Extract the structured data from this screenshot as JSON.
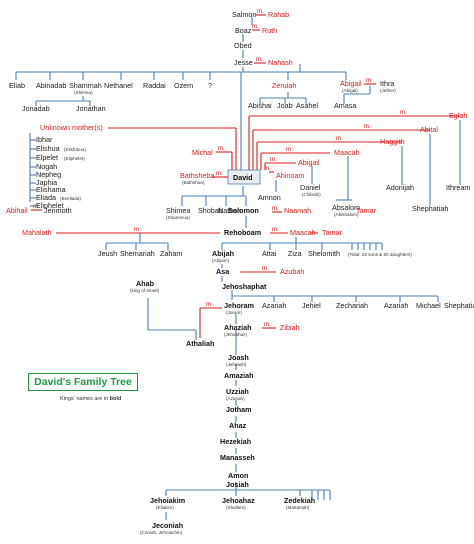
{
  "title": "David's Family Tree",
  "note_prefix": "Kings' names are in",
  "note_bold": "bold",
  "marriage_mark": "m.",
  "colors": {
    "men": "#1a1a1a",
    "women": "#d62020",
    "lines": "#4a7fb5",
    "title": "#1f9b44"
  },
  "persons": {
    "salmon": "Salmon",
    "rahab": "Rahab",
    "boaz": "Boaz",
    "ruth": "Ruth",
    "obed": "Obed",
    "jesse": "Jesse",
    "nahash": "Nahash",
    "eliab": "Eliab",
    "abinadab": "Abinadab",
    "shammah": "Shammah",
    "shammah_alt": "(Shimea)",
    "nethanel": "Nethanel",
    "raddai": "Raddai",
    "ozem": "Ozem",
    "unknown_child": "?",
    "zeruiah": "Zeruiah",
    "abigail_sister": "Abigail",
    "abigail_sister_alt": "(Abigal)",
    "ithra": "Ithra",
    "ithra_alt": "(Jether)",
    "jonadab": "Jonadab",
    "jonathan": "Jonathan",
    "abishai": "Abishai",
    "joab": "Joab",
    "asahel": "Asahel",
    "amasa": "Amasa",
    "eglah": "Eglah",
    "abital": "Abital",
    "haggith": "Haggith",
    "unknown_mothers": "Unknown mother(s)",
    "michal": "Michal",
    "maacah": "Maacah",
    "abigail": "Abigail",
    "ahinoam": "Ahinoam",
    "bathsheba": "Bathsheba",
    "bathsheba_alt": "(Bathshua)",
    "david": "David",
    "ibhar": "Ibhar",
    "elishua": "Elishua",
    "elishua_alt": "(Elishama)",
    "elpelet": "Elpelet",
    "elpelet_alt": "(Eliphelet)",
    "nogah": "Nogah",
    "nepheg": "Nepheg",
    "japhia": "Japhia",
    "elishama": "Elishama",
    "eliada": "Eliada",
    "eliada_alt": "(Beeliada)",
    "eliphelet": "Eliphelet",
    "abihail": "Abihail",
    "jerimoth": "Jerimoth",
    "daniel": "Daniel",
    "daniel_alt": "(Chileab)",
    "adonijah": "Adonijah",
    "ithream": "Ithream",
    "shephatiah": "Shephatiah",
    "amnon": "Amnon",
    "absalom": "Absalom",
    "absalom_alt": "(Abishalom)",
    "tamar_sister": "Tamar",
    "shimea": "Shimea",
    "shimea_alt": "(Shammua)",
    "shobab": "Shobab",
    "nathan": "Nathan",
    "solomon": "Solomon",
    "naamah": "Naamah",
    "mahalath": "Mahalath",
    "rehoboam": "Rehoboam",
    "maacah2": "Maacah",
    "tamar": "Tamar",
    "jeush": "Jeush",
    "shemariah": "Shemariah",
    "zaham": "Zaham",
    "abijah": "Abijah",
    "abijah_alt": "(Abijam)",
    "attai": "Attai",
    "ziza": "Ziza",
    "shelomith": "Shelomith",
    "total_note": "(Total: 28 sons & 60 daughters)",
    "asa": "Asa",
    "azubah": "Azubah",
    "ahab": "Ahab",
    "ahab_alt": "(king of Israel)",
    "jehoshaphat": "Jehoshaphat",
    "jehoram": "Jehoram",
    "jehoram_alt": "(Joram)",
    "azariah1": "Azariah",
    "jehiel": "Jehiel",
    "zechariah": "Zechariah",
    "azariah2": "Azariah",
    "michael": "Michael",
    "shephatiah2": "Shephatiah",
    "athaliah": "Athaliah",
    "ahaziah": "Ahaziah",
    "ahaziah_alt": "(Jehoahaz)",
    "zibiah": "Zibiah",
    "joash": "Joash",
    "joash_alt": "(Jehoash)",
    "amaziah": "Amaziah",
    "uzziah": "Uzziah",
    "uzziah_alt": "(Azariah)",
    "jotham": "Jotham",
    "ahaz": "Ahaz",
    "hezekiah": "Hezekiah",
    "manasseh": "Manasseh",
    "amon": "Amon",
    "josiah": "Josiah",
    "jehoiakim": "Jehoiakim",
    "jehoiakim_alt": "(Eliakim)",
    "jehoahaz": "Jehoahaz",
    "jehoahaz_alt": "(Shallum)",
    "zedekiah": "Zedekiah",
    "zedekiah_alt": "(Mattaniah)",
    "jeconiah": "Jeconiah",
    "jeconiah_alt": "(Coniah, Jehoiachin)"
  }
}
